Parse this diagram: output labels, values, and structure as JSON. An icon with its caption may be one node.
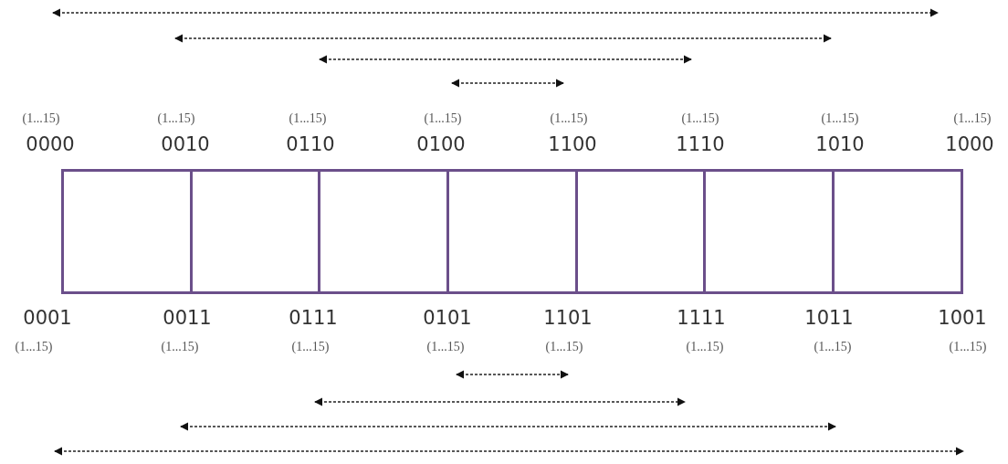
{
  "diagram": {
    "nodes": [
      {
        "text": [],
        "shape": "box"
      },
      {
        "text": [],
        "shape": "box"
      },
      {
        "text": [],
        "shape": "box"
      },
      {
        "text": [],
        "shape": "box"
      },
      {
        "text": [],
        "shape": "box"
      },
      {
        "text": [],
        "shape": "box"
      },
      {
        "text": [],
        "shape": "box"
      }
    ],
    "labels": [
      "(1...15)",
      "(1...15)",
      "(1...15)",
      "(1...15)",
      "(1...15)",
      "(1...15)",
      "(1...15)",
      "(1...15)",
      "0000",
      "0010",
      "0110",
      "0100",
      "1100",
      "1110",
      "1010",
      "1000",
      "0001",
      "0011",
      "0111",
      "0101",
      "1101",
      "1111",
      "1011",
      "1001",
      "(1...15)",
      "(1...15)",
      "(1...15)",
      "(1...15)",
      "(1...15)",
      "(1...15)",
      "(1...15)",
      "(1...15)"
    ]
  }
}
